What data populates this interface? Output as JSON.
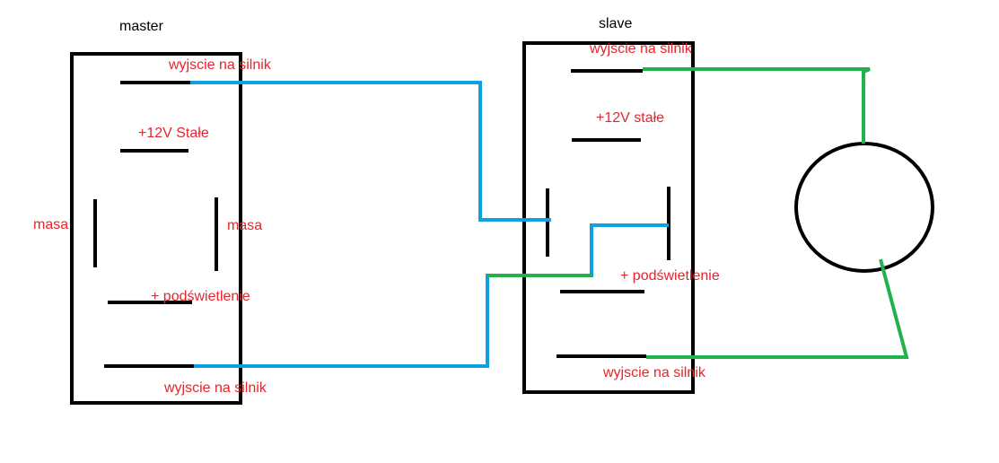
{
  "colors": {
    "outline": "#000000",
    "label_red": "#e8242c",
    "wire_blue": "#0ea0e0",
    "wire_green": "#22b24c"
  },
  "master": {
    "title": "master",
    "pin_motor_top": "wyjscie na silnik",
    "pin_12v": "+12V Stałe",
    "pin_ground_left": "masa",
    "pin_ground_right": "masa",
    "pin_backlight": "+ podświetlenie",
    "pin_motor_bottom": "wyjscie na silnik"
  },
  "slave": {
    "title": "slave",
    "pin_motor_top": "wyjscie na silnik",
    "pin_12v": "+12V stałe",
    "pin_backlight": "+ podświetlenie",
    "pin_motor_bottom": "wyjscie na silnik"
  }
}
